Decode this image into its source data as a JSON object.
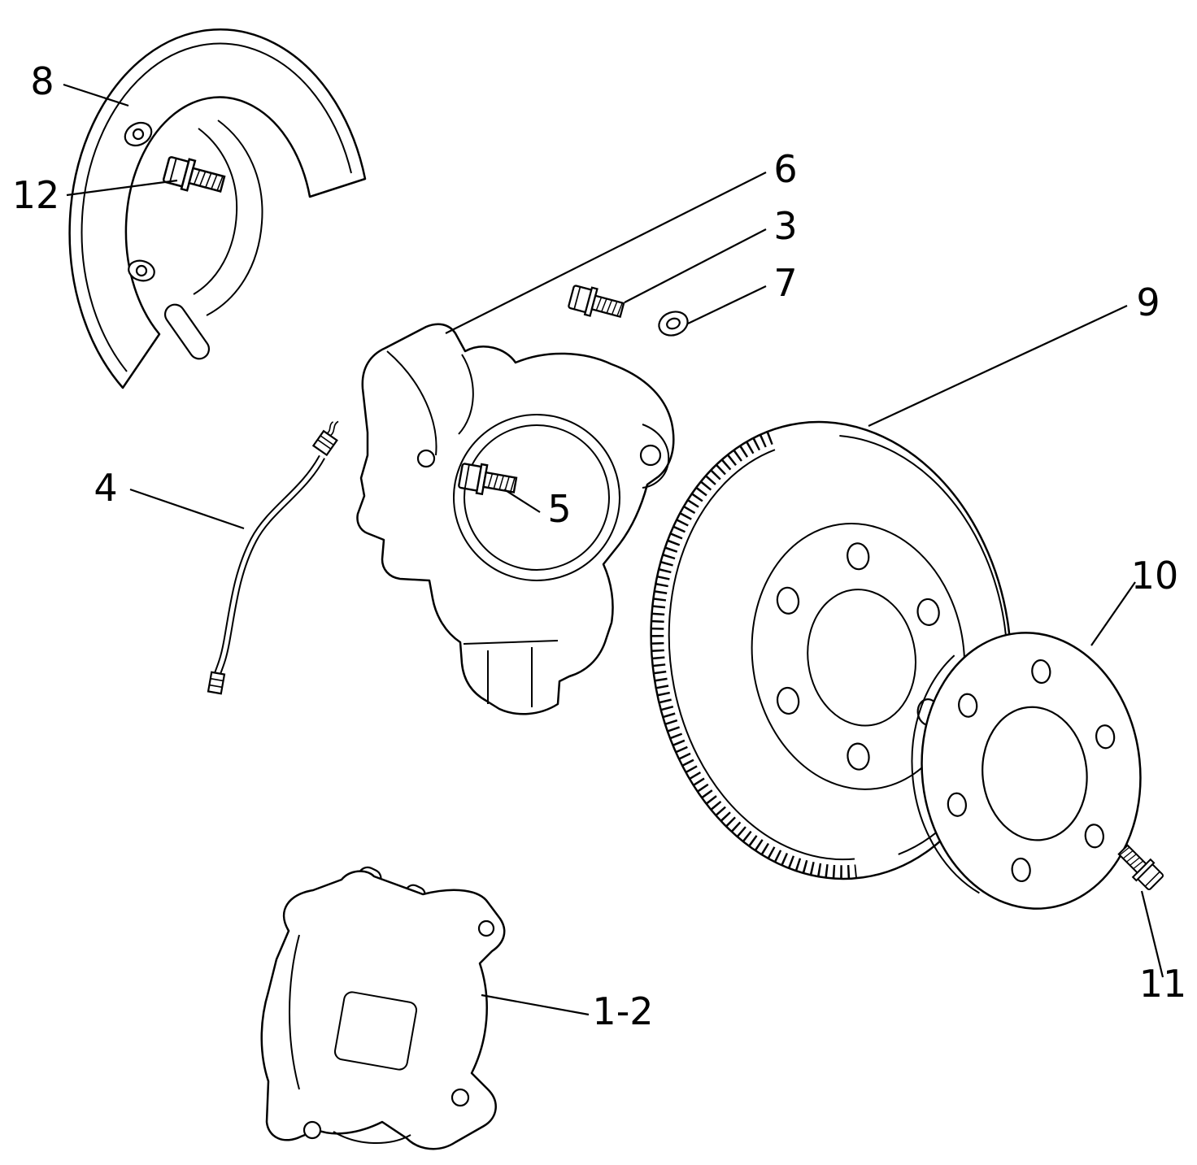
{
  "figure": {
    "background_color": "#ffffff",
    "line_color": "#000000"
  },
  "callouts": {
    "c8": "8",
    "c12": "12",
    "c6": "6",
    "c3": "3",
    "c7": "7",
    "c9": "9",
    "c4": "4",
    "c5": "5",
    "c10": "10",
    "c11": "11",
    "c1_2": "1-2"
  }
}
